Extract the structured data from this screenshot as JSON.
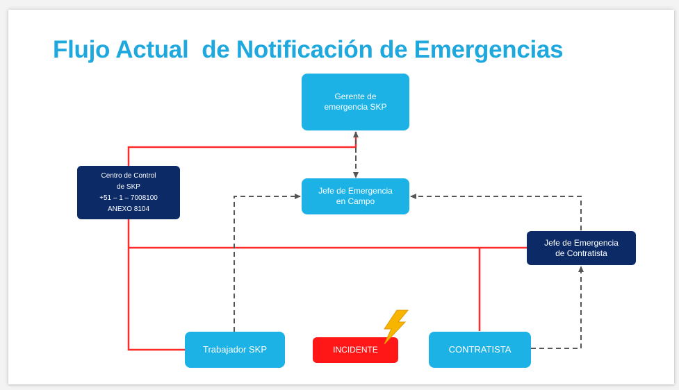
{
  "title": "Flujo Actual  de Notificación de Emergencias",
  "nodes": {
    "gerente": "Gerente de\nemergencia SKP",
    "centro_control": {
      "line1": "Centro de Control",
      "line2": "de SKP",
      "line3": "+51 – 1 – 7008100",
      "line4": "ANEXO 8104"
    },
    "jefe_campo": "Jefe de Emergencia\nen Campo",
    "jefe_contratista": "Jefe de Emergencia\nde Contratista",
    "trabajador": "Trabajador SKP",
    "incidente": "INCIDENTE",
    "contratista": "CONTRATISTA"
  },
  "colors": {
    "title": "#1ea8dd",
    "light_box": "#1cb2e6",
    "dark_box": "#0b2a66",
    "incident_box": "#ff1616",
    "solid_line": "#ff2a2a",
    "dashed_line": "#555555",
    "bolt": "#f7b500"
  },
  "icons": {
    "incident_marker": "lightning-bolt-icon"
  }
}
